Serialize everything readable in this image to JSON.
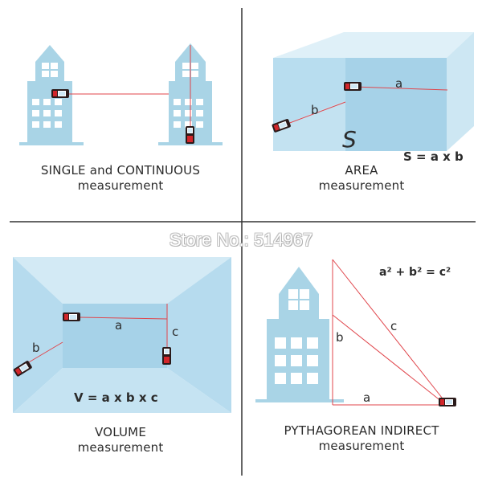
{
  "panels": {
    "single": {
      "caption_line1": "SINGLE and CONTINUOUS",
      "caption_line2": "measurement"
    },
    "area": {
      "caption_line1": "AREA",
      "caption_line2": "measurement",
      "formula": "S = a x b",
      "label_a": "a",
      "label_b": "b",
      "symbol": "S"
    },
    "volume": {
      "caption_line1": "VOLUME",
      "caption_line2": "measurement",
      "formula": "V = a x b x c",
      "label_a": "a",
      "label_b": "b",
      "label_c": "c"
    },
    "pythagorean": {
      "caption_line1": "PYTHAGOREAN INDIRECT",
      "caption_line2": "measurement",
      "formula": "a² + b² = c²",
      "label_a": "a",
      "label_b": "b",
      "label_c": "c"
    }
  },
  "watermark": "Store No.: 514967",
  "colors": {
    "building": "#a9d4e6",
    "room_light": "#cde7f3",
    "room_mid": "#b8ddef",
    "room_dark": "#a6d2e8",
    "laser": "#e0454b",
    "divider": "#333333"
  },
  "icons": [
    "building-icon",
    "laser-meter-icon",
    "window-icon"
  ]
}
